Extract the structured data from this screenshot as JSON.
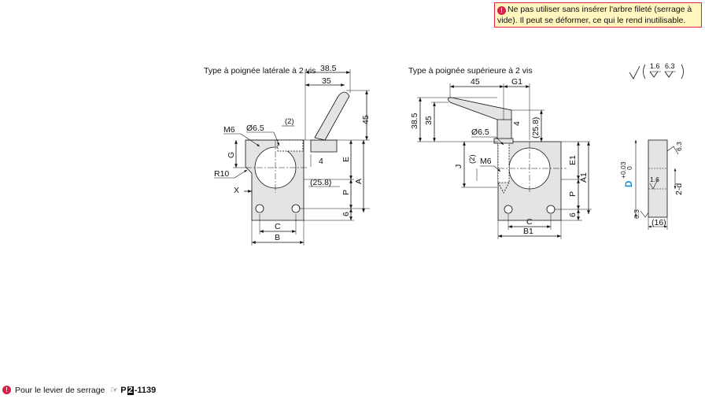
{
  "warning": {
    "icon": "warning-icon",
    "line1": "Ne pas utiliser sans insérer l'arbre fileté (serrage à",
    "line2": "vide). Il peut se déformer, ce qui le rend inutilisable."
  },
  "left_view": {
    "title": "Type à poignée latérale à 2 vis",
    "dims": {
      "d385": "38.5",
      "d35": "35",
      "d45": "45",
      "m6": "M6",
      "phi65": "Ø6.5",
      "p2": "(2)",
      "g": "G",
      "r10": "R10",
      "x": "X",
      "d4": "4",
      "e": "E",
      "p258": "(25.8)",
      "p": "P",
      "a": "A",
      "d6": "6",
      "c": "C",
      "b": "B"
    }
  },
  "right_view": {
    "title": "Type à poignée supérieure à 2 vis",
    "dims": {
      "d45": "45",
      "g1": "G1",
      "d385": "38.5",
      "d35": "35",
      "d4": "4",
      "p258": "(25.8)",
      "phi65": "Ø6.5",
      "j": "J",
      "p2": "(2)",
      "m6": "M6",
      "e1": "E1",
      "p": "P",
      "a1": "A1",
      "d6": "6",
      "c": "C",
      "b1": "B1"
    }
  },
  "side_view": {
    "d": "D",
    "tol_upper": "+0.03",
    "tol_lower": "0",
    "r16": "1.6",
    "d63a": "6.3",
    "d63b": "6.3",
    "two_d": "2-d",
    "p16": "(16)"
  },
  "surface": {
    "a": "1.6",
    "b": "6.3"
  },
  "footer": {
    "text": "Pour le levier de serrage",
    "ref_prefix": "P",
    "ref_box": "2",
    "ref_suffix": "-1139"
  },
  "colors": {
    "accent": "#1a8fd6",
    "warning_border": "#d24",
    "warning_bg": "#fff5bf",
    "part_fill": "#e4e4e4"
  }
}
